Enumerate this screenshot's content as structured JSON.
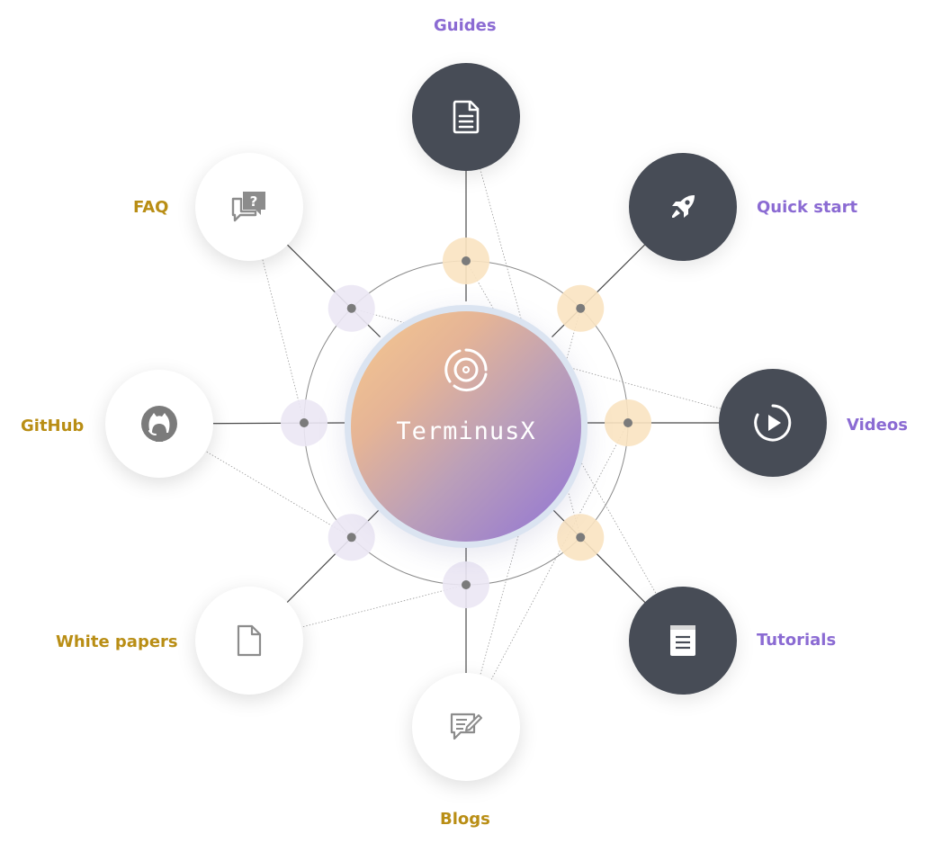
{
  "hub": {
    "title": "TerminusX",
    "logo_icon": "terminusx-ring-logo-icon"
  },
  "colors": {
    "gold_label": "#b98e15",
    "purple_label": "#8b6bd3",
    "dark_node": "#474c56",
    "light_node": "#ffffff",
    "gold_halo": "#f9e3c1",
    "purple_halo": "#ebe7f4",
    "connector": "#4a4a4a",
    "junction_dot": "#7b7b7b"
  },
  "nodes": [
    {
      "id": "guides",
      "label": "Guides",
      "icon": "document-icon",
      "theme": "dark",
      "label_color": "purple",
      "halo": "gold"
    },
    {
      "id": "quick-start",
      "label": "Quick start",
      "icon": "rocket-icon",
      "theme": "dark",
      "label_color": "purple",
      "halo": "gold"
    },
    {
      "id": "videos",
      "label": "Videos",
      "icon": "play-circle-icon",
      "theme": "dark",
      "label_color": "purple",
      "halo": "gold"
    },
    {
      "id": "tutorials",
      "label": "Tutorials",
      "icon": "notepad-icon",
      "theme": "dark",
      "label_color": "purple",
      "halo": "gold"
    },
    {
      "id": "blogs",
      "label": "Blogs",
      "icon": "edit-message-icon",
      "theme": "light",
      "label_color": "gold",
      "halo": "purple"
    },
    {
      "id": "white-papers",
      "label": "White papers",
      "icon": "blank-file-icon",
      "theme": "light",
      "label_color": "gold",
      "halo": "purple"
    },
    {
      "id": "github",
      "label": "GitHub",
      "icon": "github-icon",
      "theme": "light",
      "label_color": "gold",
      "halo": "purple"
    },
    {
      "id": "faq",
      "label": "FAQ",
      "icon": "question-chat-icon",
      "theme": "light",
      "label_color": "gold",
      "halo": "purple"
    }
  ]
}
